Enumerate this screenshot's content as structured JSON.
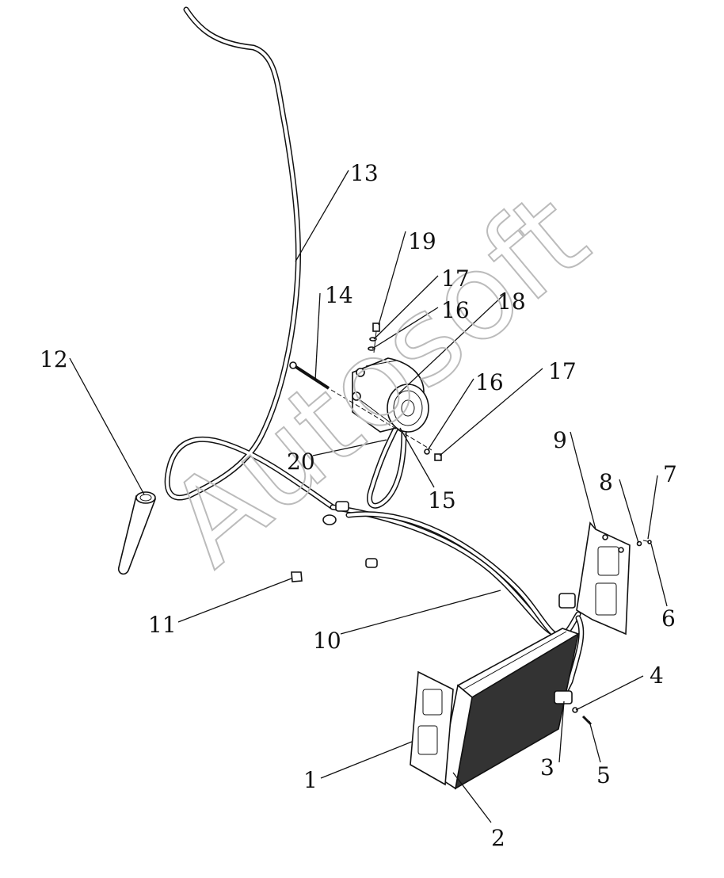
{
  "watermark": "Autosoft",
  "callouts": {
    "c1": "1",
    "c2": "2",
    "c3": "3",
    "c4": "4",
    "c5": "5",
    "c6": "6",
    "c7": "7",
    "c8": "8",
    "c9": "9",
    "c10": "10",
    "c11": "11",
    "c12": "12",
    "c13": "13",
    "c14": "14",
    "c15": "15",
    "c16a": "16",
    "c16b": "16",
    "c17a": "17",
    "c17b": "17",
    "c18": "18",
    "c19": "19",
    "c20": "20"
  }
}
